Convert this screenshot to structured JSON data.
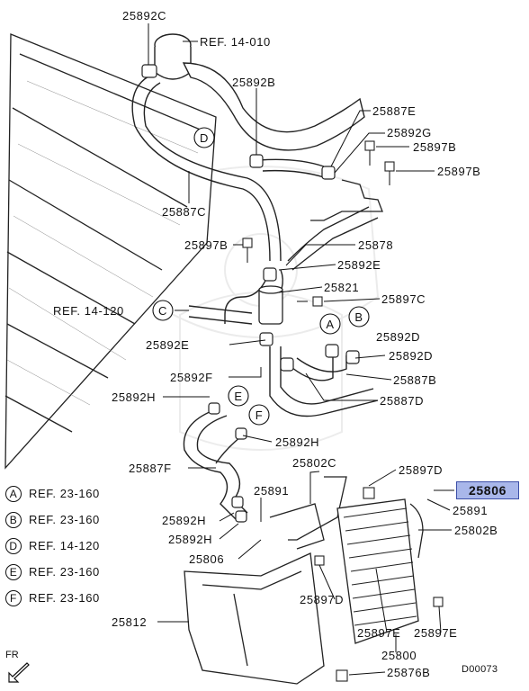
{
  "callouts": {
    "c25892C": "25892C",
    "ref14010": "REF. 14-010",
    "c25892B": "25892B",
    "c25887E": "25887E",
    "c25892G": "25892G",
    "c25897B_1": "25897B",
    "c25897B_2": "25897B",
    "c25887C": "25887C",
    "c25897B_3": "25897B",
    "c25878": "25878",
    "c25892E_1": "25892E",
    "c25821": "25821",
    "c25897C": "25897C",
    "ref14120": "REF. 14-120",
    "c25892D_1": "25892D",
    "c25892D_2": "25892D",
    "c25892E_2": "25892E",
    "c25887B": "25887B",
    "c25892F": "25892F",
    "c25887D": "25887D",
    "c25892H_1": "25892H",
    "c25892H_2": "25892H",
    "c25887F": "25887F",
    "c25802C": "25802C",
    "c25897D_1": "25897D",
    "c25891_1": "25891",
    "c25891_2": "25891",
    "c25802B": "25802B",
    "c25892H_3": "25892H",
    "c25892H_4": "25892H",
    "c25806_1": "25806",
    "c25897D_2": "25897D",
    "c25812": "25812",
    "c25897E_1": "25897E",
    "c25897E_2": "25897E",
    "c25800": "25800",
    "c25876B": "25876B"
  },
  "circle_letters": {
    "d": "D",
    "c": "C",
    "a": "A",
    "b": "B",
    "e": "E",
    "f": "F"
  },
  "highlighted_part": "25806",
  "legend": [
    {
      "letter": "A",
      "ref": "REF. 23-160"
    },
    {
      "letter": "B",
      "ref": "REF. 23-160"
    },
    {
      "letter": "D",
      "ref": "REF. 14-120"
    },
    {
      "letter": "E",
      "ref": "REF. 23-160"
    },
    {
      "letter": "F",
      "ref": "REF. 23-160"
    }
  ],
  "direction_label": "FR",
  "diagram_code": "D00073"
}
